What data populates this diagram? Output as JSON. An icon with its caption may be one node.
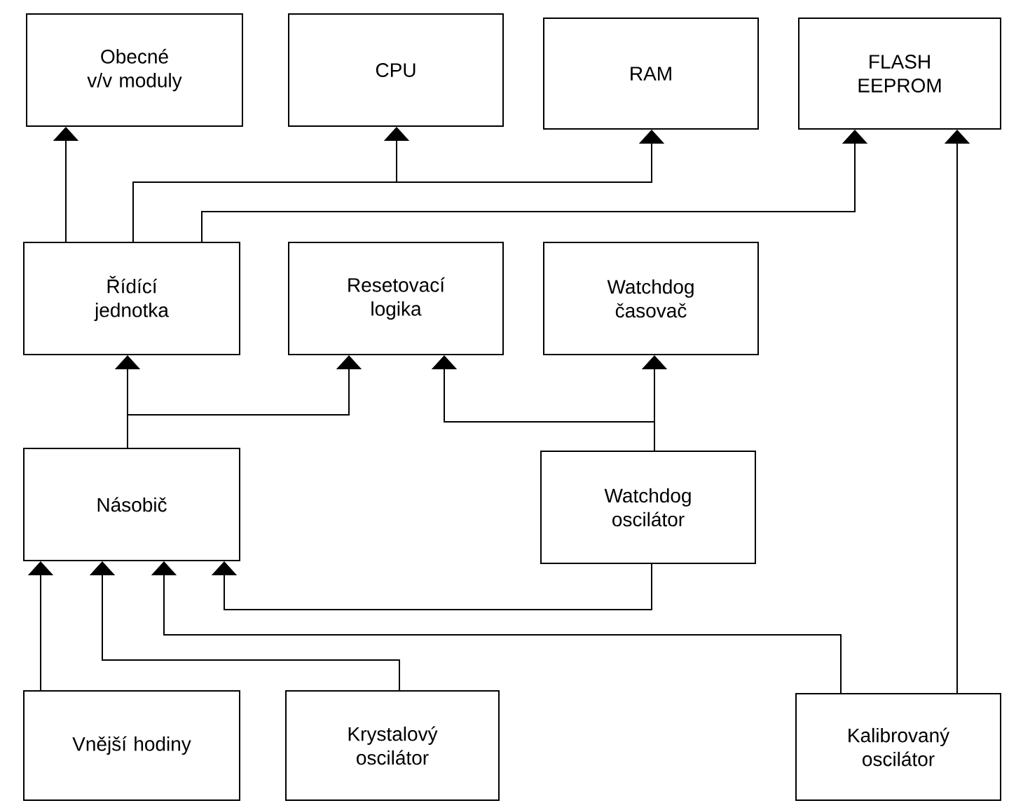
{
  "diagram": {
    "nodes": [
      {
        "text": [
          "Obecné v/v moduly"
        ]
      },
      {
        "text": [
          "CPU"
        ]
      },
      {
        "text": [
          "RAM"
        ]
      },
      {
        "text": [
          "FLASH EEPROM"
        ]
      },
      {
        "text": [
          "Řídící jednotka"
        ]
      },
      {
        "text": [
          "Resetovací logika"
        ]
      },
      {
        "text": [
          "Watchdog časovač"
        ]
      },
      {
        "text": [
          "Násobič"
        ]
      },
      {
        "text": [
          "Watchdog oscilátor"
        ]
      },
      {
        "text": [
          "Vnější hodiny"
        ]
      },
      {
        "text": [
          "Krystalový oscilátor"
        ]
      },
      {
        "text": [
          "Kalibrovaný oscilátor"
        ]
      }
    ],
    "edges": [
      {
        "from": 4,
        "to": 0,
        "arrow": "to"
      },
      {
        "from": 4,
        "to": 1,
        "arrow": "to"
      },
      {
        "from": 4,
        "to": 2,
        "arrow": "to"
      },
      {
        "from": 4,
        "to": 3,
        "arrow": "to"
      },
      {
        "from": 11,
        "to": 3,
        "arrow": "to"
      },
      {
        "from": 7,
        "to": 4,
        "arrow": "to"
      },
      {
        "from": 7,
        "to": 5,
        "arrow": "to"
      },
      {
        "from": 8,
        "to": 5,
        "arrow": "to"
      },
      {
        "from": 8,
        "to": 6,
        "arrow": "to"
      },
      {
        "from": 8,
        "to": 7,
        "arrow": "to"
      },
      {
        "from": 9,
        "to": 7,
        "arrow": "to"
      },
      {
        "from": 10,
        "to": 7,
        "arrow": "to"
      },
      {
        "from": 11,
        "to": 7,
        "arrow": "to"
      }
    ]
  }
}
